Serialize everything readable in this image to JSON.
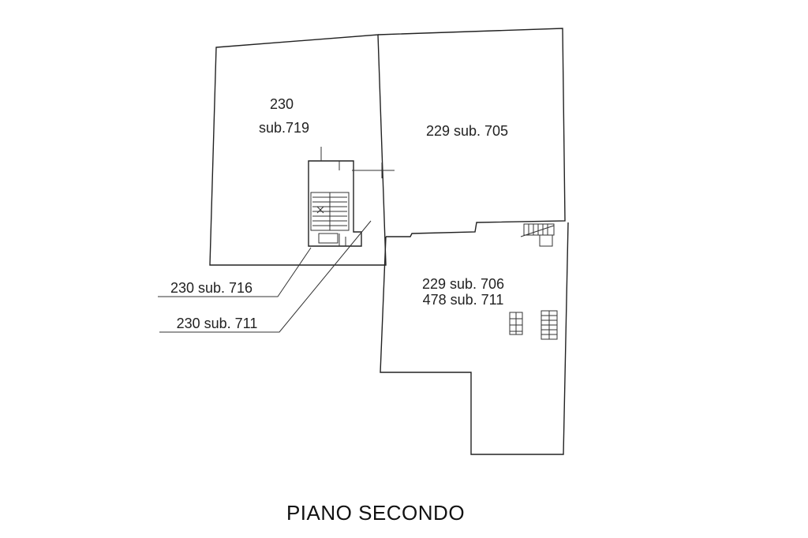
{
  "plan": {
    "title": "PIANO SECONDO",
    "units": {
      "u230_line1": "230",
      "u230_line2": "sub.719",
      "u229_705": "229 sub. 705",
      "u229_706_line1": "229 sub. 706",
      "u229_706_line2": "478 sub. 711"
    },
    "callouts": {
      "c716": "230 sub. 716",
      "c711": "230 sub. 711"
    }
  }
}
